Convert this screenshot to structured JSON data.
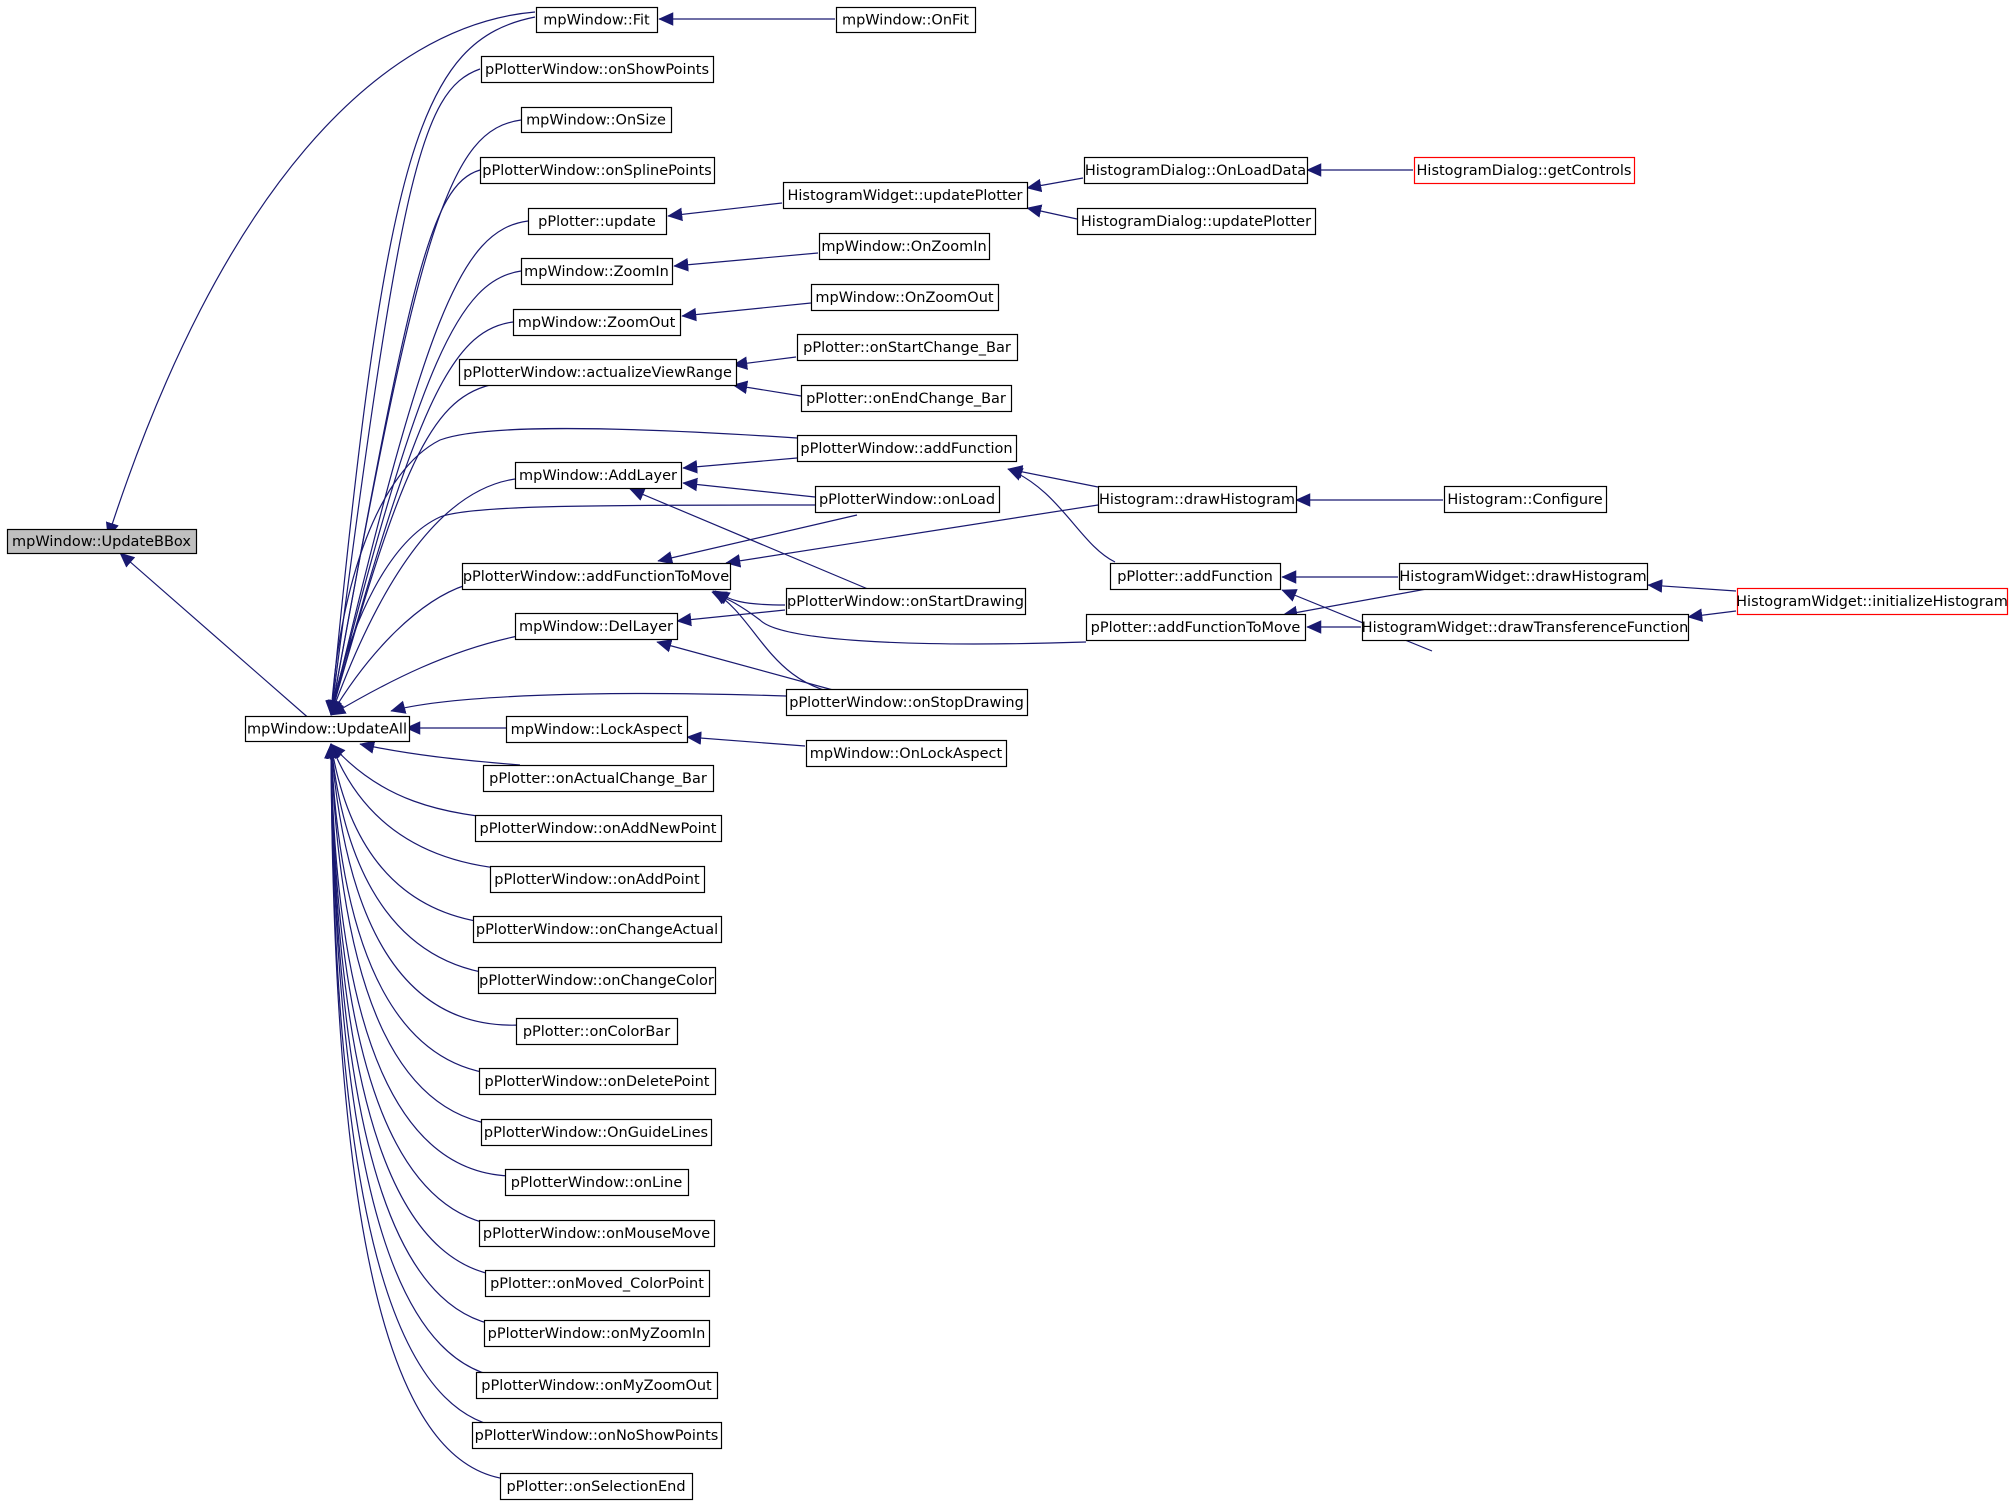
{
  "colors": {
    "edge": "#191970",
    "node_border": "#000000",
    "external_border": "#ff0000",
    "root_fill": "#bfbfbf",
    "background": "#ffffff"
  },
  "nodes": {
    "updatebbox": "mpWindow::UpdateBBox",
    "updateall": "mpWindow::UpdateAll",
    "fit": "mpWindow::Fit",
    "onfit": "mpWindow::OnFit",
    "onshowpoints": "pPlotterWindow::onShowPoints",
    "onsize": "mpWindow::OnSize",
    "onsplinepoints": "pPlotterWindow::onSplinePoints",
    "pplotter_update": "pPlotter::update",
    "hw_updateplotter": "HistogramWidget::updatePlotter",
    "hd_onloaddata": "HistogramDialog::OnLoadData",
    "hd_getcontrols": "HistogramDialog::getControls",
    "hd_updateplotter": "HistogramDialog::updatePlotter",
    "zoomin": "mpWindow::ZoomIn",
    "onzoomin": "mpWindow::OnZoomIn",
    "zoomout": "mpWindow::ZoomOut",
    "onzoomout": "mpWindow::OnZoomOut",
    "actualizeviewrange": "pPlotterWindow::actualizeViewRange",
    "onstartchangebar": "pPlotter::onStartChange_Bar",
    "onendchangebar": "pPlotter::onEndChange_Bar",
    "ppw_addfunction": "pPlotterWindow::addFunction",
    "addlayer": "mpWindow::AddLayer",
    "onload": "pPlotterWindow::onLoad",
    "drawhistogram": "Histogram::drawHistogram",
    "configure": "Histogram::Configure",
    "addfunctiontomove": "pPlotterWindow::addFunctionToMove",
    "pp_addfunction": "pPlotter::addFunction",
    "hw_drawhistogram": "HistogramWidget::drawHistogram",
    "hw_initializehistogram": "HistogramWidget::initializeHistogram",
    "onstartdrawing": "pPlotterWindow::onStartDrawing",
    "dellayer": "mpWindow::DelLayer",
    "pp_addfunctiontomove": "pPlotter::addFunctionToMove",
    "hw_drawtransference": "HistogramWidget::drawTransferenceFunction",
    "onstopdrawing": "pPlotterWindow::onStopDrawing",
    "lockaspect": "mpWindow::LockAspect",
    "onlockaspect": "mpWindow::OnLockAspect",
    "onactualchangebar": "pPlotter::onActualChange_Bar",
    "onaddnewpoint": "pPlotterWindow::onAddNewPoint",
    "onaddpoint": "pPlotterWindow::onAddPoint",
    "onchangeactual": "pPlotterWindow::onChangeActual",
    "onchangecolor": "pPlotterWindow::onChangeColor",
    "oncolorbar": "pPlotter::onColorBar",
    "ondeletepoint": "pPlotterWindow::onDeletePoint",
    "onguidelines": "pPlotterWindow::OnGuideLines",
    "online": "pPlotterWindow::onLine",
    "onmousemove": "pPlotterWindow::onMouseMove",
    "onmovedcolorpoint": "pPlotter::onMoved_ColorPoint",
    "onmyzoomin": "pPlotterWindow::onMyZoomIn",
    "onmyzoomout": "pPlotterWindow::onMyZoomOut",
    "onnoshowpoints": "pPlotterWindow::onNoShowPoints",
    "onselectionend": "pPlotter::onSelectionEnd"
  }
}
